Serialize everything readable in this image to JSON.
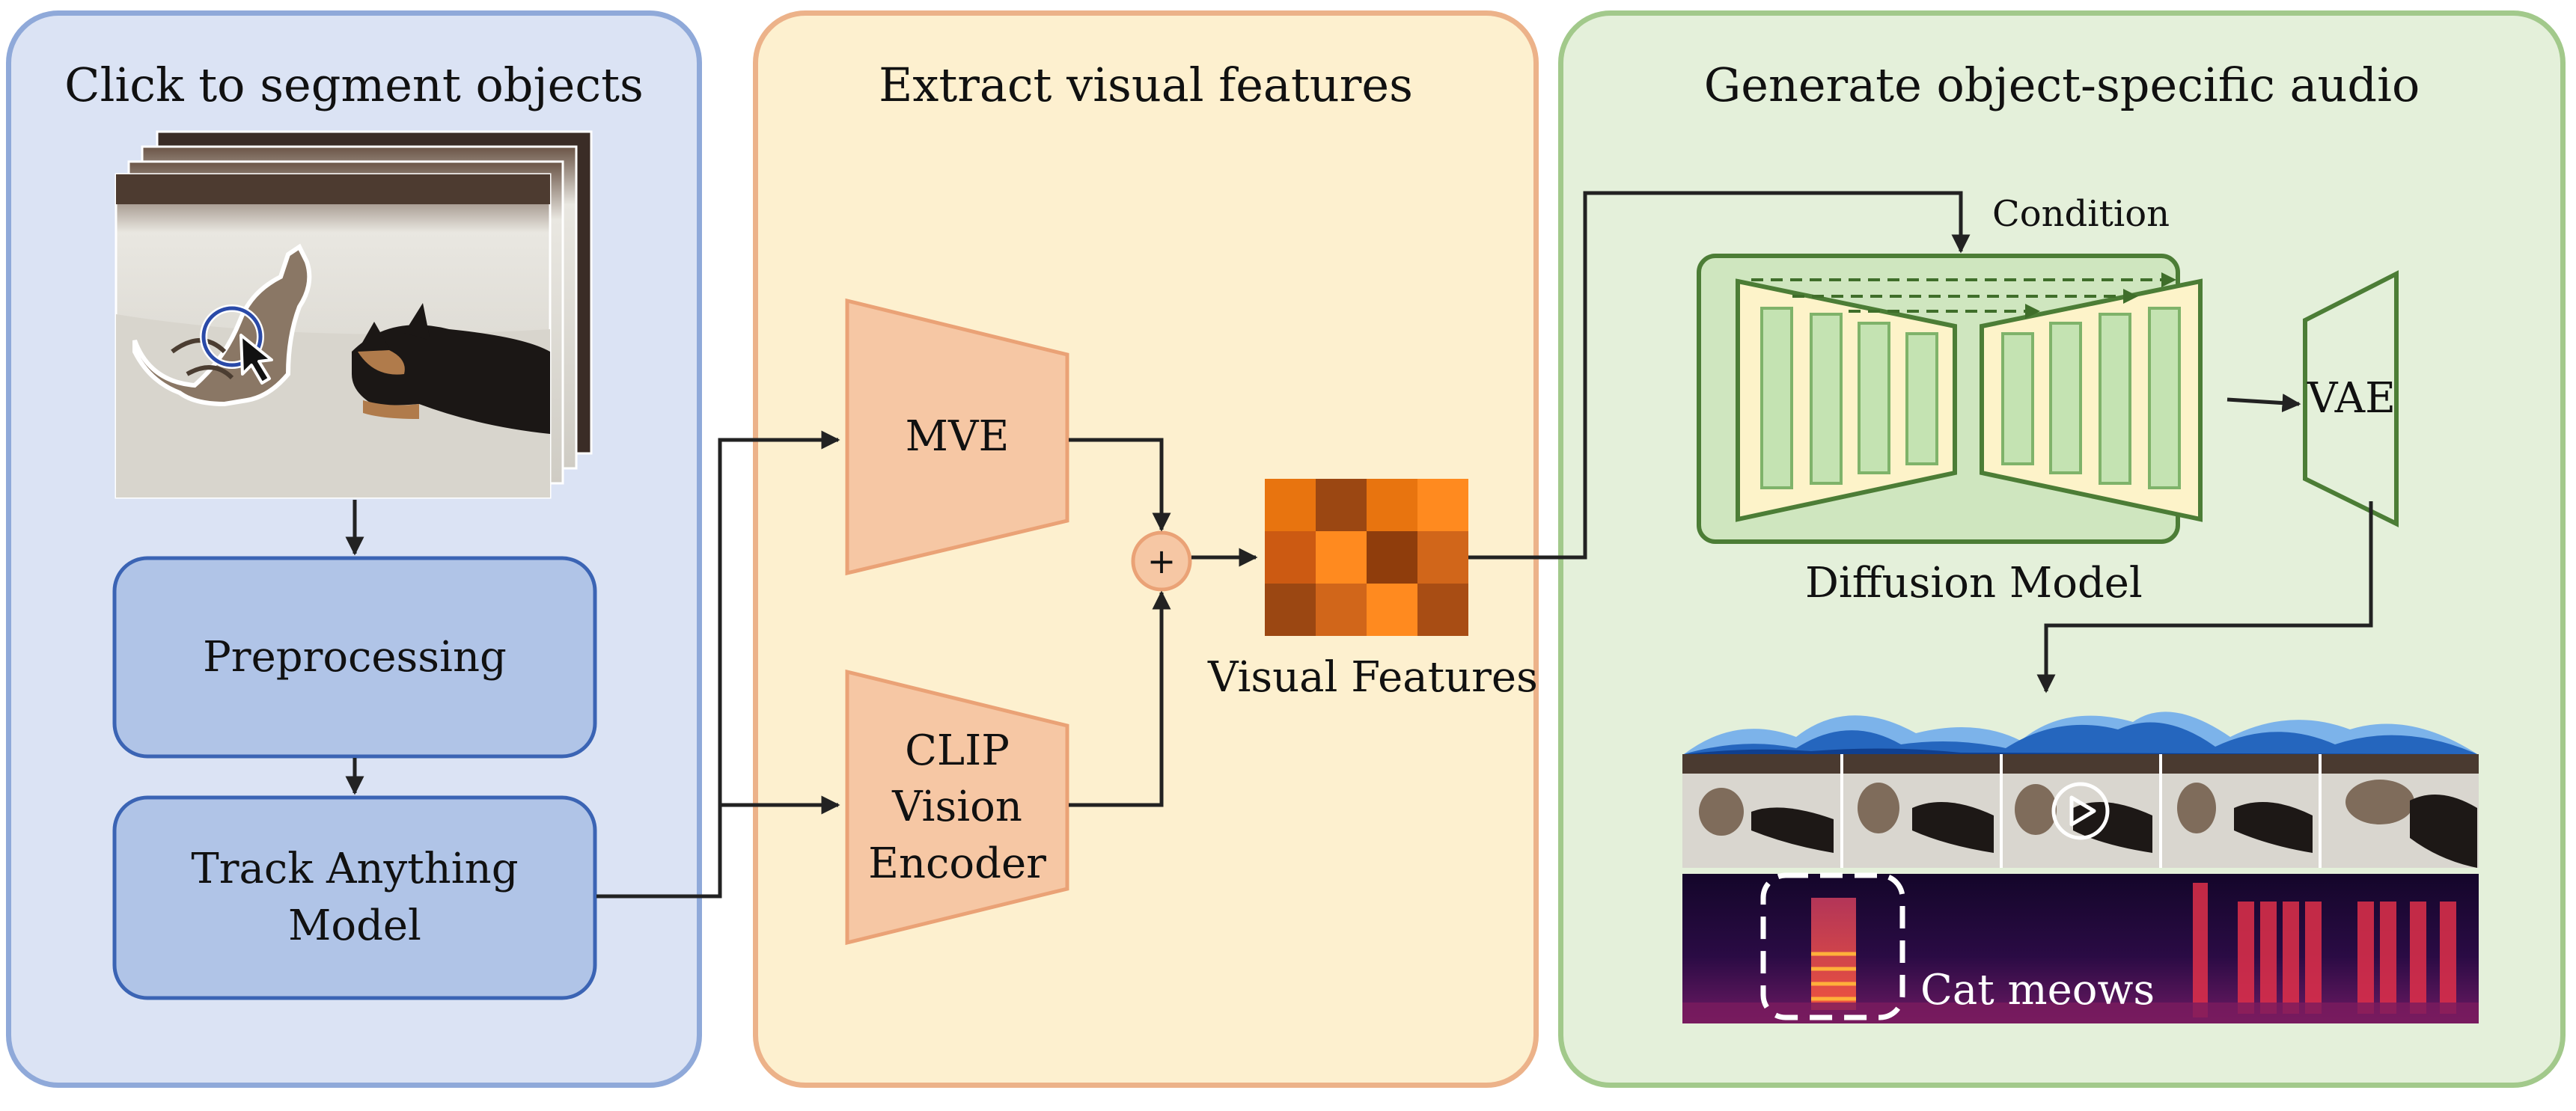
{
  "panels": {
    "segment": {
      "title": "Click to segment objects",
      "fill": "#dbe3f4",
      "border": "#8fa9d9"
    },
    "features": {
      "title": "Extract visual features",
      "fill": "#fdf0cf",
      "border": "#ecb289"
    },
    "audio": {
      "title": "Generate object-specific audio",
      "fill": "#e4f0da",
      "border": "#a2c98b"
    }
  },
  "boxes": {
    "preprocessing": "Preprocessing",
    "track_line1": "Track Anything",
    "track_line2": "Model",
    "mve": "MVE",
    "clip_line1": "CLIP",
    "clip_line2": "Vision",
    "clip_line3": "Encoder",
    "plus": "+",
    "vae": "VAE"
  },
  "labels": {
    "visual_features": "Visual Features",
    "condition": "Condition",
    "diffusion_model": "Diffusion Model",
    "cat_meows": "Cat meows"
  },
  "icons": [
    "cursor-arrow-icon",
    "play-icon"
  ],
  "colors": {
    "blue_box_fill": "#b0c4e7",
    "blue_box_border": "#3b64b4",
    "orange_shape_fill": "#f6c7a4",
    "orange_shape_border": "#eaa276",
    "green_box_fill": "#cfe6bf",
    "green_border": "#4c7d36",
    "unet_fill": "#fdf3c9",
    "unet_bar_fill": "#c4e3b2",
    "feature_grid": [
      [
        "#e8740f",
        "#9b4712",
        "#e8740f",
        "#ff8a1f"
      ],
      [
        "#cc5a12",
        "#ff8a1f",
        "#8f3d0c",
        "#d1661a"
      ],
      [
        "#9b4712",
        "#d1661a",
        "#ff8a1f",
        "#a84d14"
      ]
    ],
    "waveform_dark": "#2566be",
    "waveform_light": "#7cb3ea"
  }
}
